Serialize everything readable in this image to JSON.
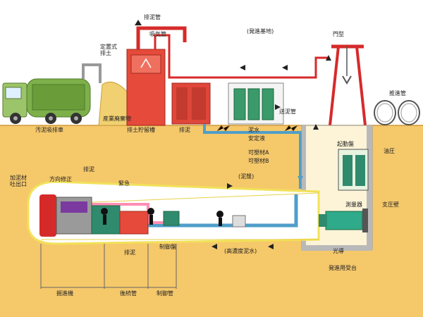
{
  "labels": {
    "exhaust_pipe": "排泥管",
    "suction_pipe": "吸気管",
    "fixed_soil_discharge": "定置式\n排土",
    "arrival_base": "(発進基地)",
    "gantry": "門型",
    "jacking_pipe": "推進管",
    "sludge_truck": "汚泥吸排車",
    "industrial_waste": "産業廃棄物",
    "soil_tank": "排土貯留槽",
    "mud_discharge": "排泥",
    "water_feed_pipe": "送泥管",
    "mud_water": "泥水",
    "stabilizer": "安定液",
    "plasticizer_a": "可塑材A",
    "plasticizer_b": "可塑材B",
    "startup_panel": "起動盤",
    "oil_pressure": "油圧",
    "slurry": "(泥漿)",
    "mud_injection_outlet": "加泥材\n吐出口",
    "direction_correction": "方向修正",
    "discharge_mid": "排泥",
    "emergency": "緊急",
    "measuring_device": "測量器",
    "support_wall": "支圧壁",
    "high_concentration": "(高濃度泥水)",
    "discharge_low": "排泥",
    "control_panel": "制御盤",
    "light_wave": "光導",
    "launch_seal": "発進用受台",
    "shield_machine": "掘進機",
    "rear_pipe": "後続管",
    "control_pipe": "制御管"
  },
  "colors": {
    "sky": "#ffffff",
    "ground": "#f5c86a",
    "soil_layer": "#e8b048",
    "tunnel": "#ffffff",
    "red_pipe": "#d62a2a",
    "blue_pipe": "#4f9ec9",
    "machine_green": "#2f8a6e",
    "truck_green": "#7db04a",
    "shaft_gray": "#b9b9b9"
  },
  "icons": [
    "up-arrow-icon",
    "left-arrow-icon",
    "right-arrow-icon",
    "down-arrow-icon",
    "operator-icon"
  ]
}
